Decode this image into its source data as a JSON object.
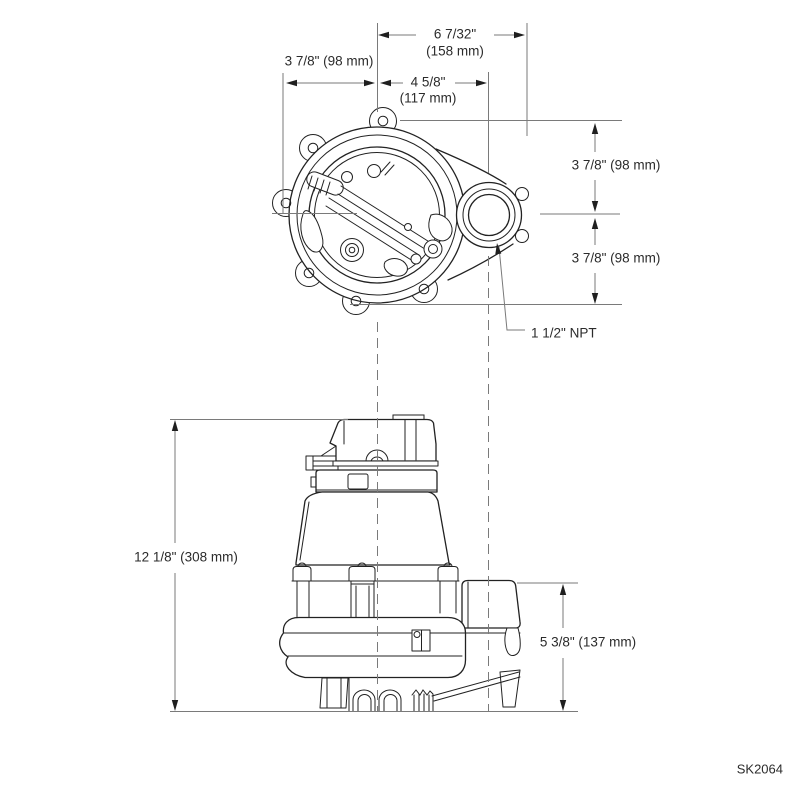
{
  "labels": {
    "dim_top_total_in": "6 7/32\"",
    "dim_top_total_mm": "(158 mm)",
    "dim_top_left": "3 7/8\" (98 mm)",
    "dim_top_port_in": "4 5/8\"",
    "dim_top_port_mm": "(117 mm)",
    "dim_right_upper": "3 7/8\" (98 mm)",
    "dim_right_lower": "3 7/8\" (98 mm)",
    "dim_height_overall": "12 1/8\" (308 mm)",
    "dim_height_discharge": "5 3/8\" (137 mm)",
    "callout_discharge_port": "1 1/2\" NPT",
    "sheet_code": "SK2064"
  },
  "colors": {
    "drawing_line": "#222222",
    "dimension_line": "#7a7a7a",
    "text": "#2b2b2b",
    "sheet_code": "#8c8c8c",
    "background": "#ffffff"
  }
}
